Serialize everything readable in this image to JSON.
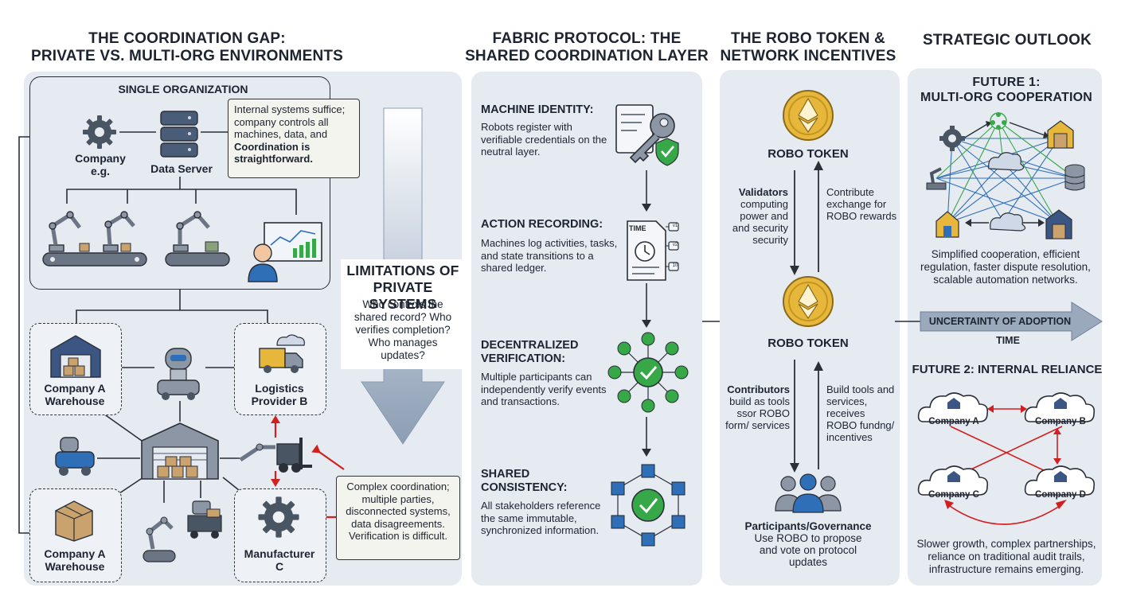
{
  "section1": {
    "title_line1": "THE COORDINATION GAP:",
    "title_line2": "PRIVATE VS. MULTI-ORG ENVIRONMENTS",
    "single_org": {
      "label": "SINGLE ORGANIZATION",
      "company_line1": "Company",
      "company_line2": "e.g.",
      "data_server": "Data Server",
      "note_normal": "Internal systems suffice; company controls all machines, data, and",
      "note_bold": "Coordination is straightforward."
    },
    "multi_org": {
      "company_a_warehouse_top": "Company A Warehouse",
      "logistics_provider": "Logistics Provider B",
      "company_a_warehouse_bottom": "Company A Warehouse",
      "manufacturer": "Manufacturer C",
      "note": "Complex coordination; multiple parties, disconnected systems, data disagreements. Verification is difficult."
    }
  },
  "limitations": {
    "title_line1": "LIMITATIONS OF",
    "title_line2": "PRIVATE SYSTEMS",
    "body": "Who controls the shared record? Who verifies completion? Who manages updates?"
  },
  "section2": {
    "title_line1": "FABRIC PROTOCOL: THE",
    "title_line2": "SHARED COORDINATION LAYER",
    "steps": [
      {
        "heading": "MACHINE IDENTITY:",
        "body": "Robots register with verifiable credentials on the neutral layer."
      },
      {
        "heading": "ACTION RECORDING:",
        "body": "Machines log activities, tasks, and state transitions to a shared ledger."
      },
      {
        "heading": "DECENTRALIZED VERIFICATION:",
        "body": "Multiple participants can independently verify events and transactions."
      },
      {
        "heading": "SHARED CONSISTENCY:",
        "body": "All stakeholders reference the same immutable, synchronized information."
      }
    ],
    "time_label": "TIME",
    "ledger_tags": [
      "v1",
      "v2",
      "10"
    ]
  },
  "section3": {
    "title_line1": "THE ROBO TOKEN &",
    "title_line2": "NETWORK INCENTIVES",
    "token_top": "ROBO TOKEN",
    "token_mid": "ROBO TOKEN",
    "validators_bold": "Validators",
    "validators_body": "computing power and and security security",
    "contribute": "Contribute exchange for ROBO rewards",
    "contributors_bold": "Contributors",
    "contributors_body": "build as tools ssor ROBO form/ services",
    "build_tools": "Build tools and services, receives ROBO fundng/ incentives",
    "participants_bold": "Participants/Governance",
    "participants_body": "Use ROBO to propose and vote on protocol updates"
  },
  "section4": {
    "title": "STRATEGIC OUTLOOK",
    "future1_line1": "FUTURE 1:",
    "future1_line2": "MULTI-ORG COOPERATION",
    "future1_body": "Simplified cooperation, efficient regulation, faster dispute resolution, scalable automation networks.",
    "uncertainty": "UNCERTAINTY OF ADOPTION",
    "time": "TIME",
    "future2_title": "FUTURE 2: INTERNAL RELIANCE",
    "companies": [
      "Company A",
      "Company B",
      "Company C",
      "Company D"
    ],
    "future2_body": "Slower growth, complex partnerships, reliance on traditional audit trails, infrastructure remains emerging."
  },
  "colors": {
    "panel": "#e6ebf2",
    "accent_red": "#d21f1f",
    "check_green": "#37a848",
    "node_blue": "#2f6fb8",
    "coin_gold": "#e7b73c",
    "arrow_gray": "#9aa9bc"
  }
}
